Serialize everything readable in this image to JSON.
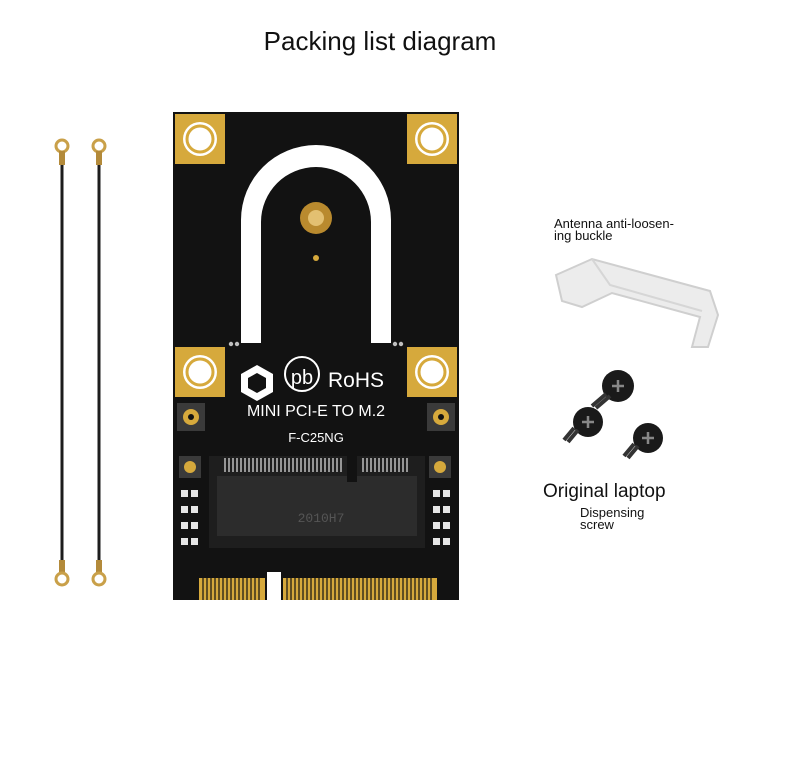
{
  "title": "Packing list diagram",
  "card": {
    "brand_mark": "pb",
    "rohs": "RoHS",
    "name": "MINI PCI-E TO M.2",
    "model": "F-C25NG",
    "chip_code": "2010H7"
  },
  "buckle": {
    "label_line1": "Antenna anti-loosen-",
    "label_line2": "ing buckle"
  },
  "screws": {
    "label": "Original laptop",
    "sublabel_line1": "Dispensing",
    "sublabel_line2": "screw"
  },
  "colors": {
    "pcb": "#121212",
    "gold": "#d6a93c",
    "silkscreen": "#ffffff",
    "cable": "#1d1d1d",
    "buckle": "#eaeaea"
  }
}
